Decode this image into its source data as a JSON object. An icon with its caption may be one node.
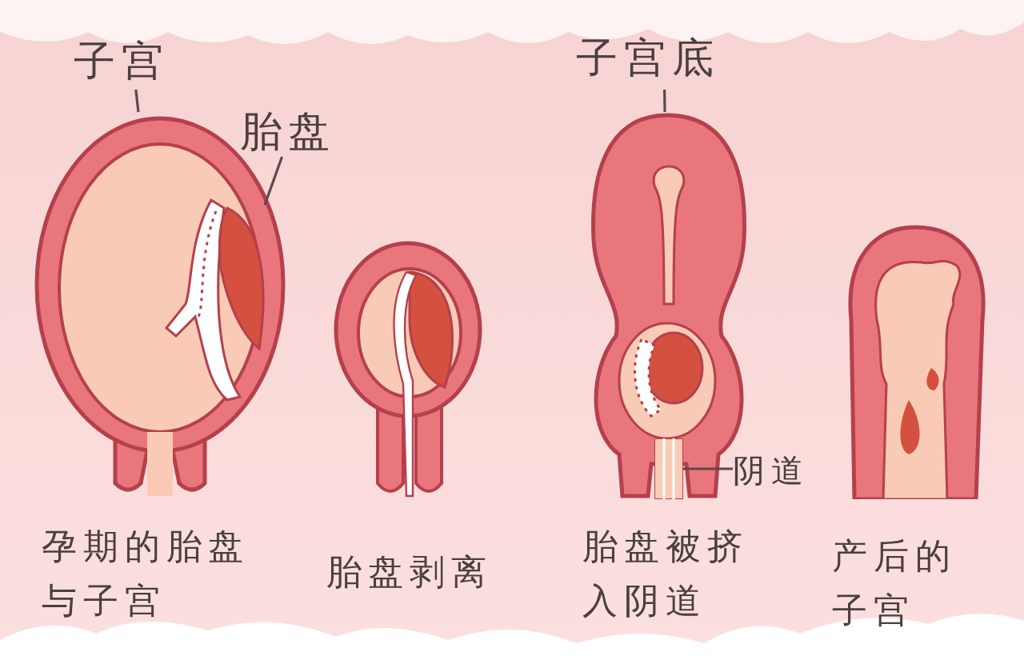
{
  "diagram": {
    "nodes": [
      {
        "text": [
          "子宫"
        ]
      },
      {
        "text": [],
        "shape": "picture",
        "beside": [
          "孕期的胎盘与子宫"
        ]
      },
      {
        "text": [],
        "shape": "picture",
        "in": 1
      },
      {
        "text": [
          "胎盘"
        ]
      },
      {
        "text": [],
        "shape": "picture",
        "beside": [
          "胎盘剥离"
        ]
      },
      {
        "text": [
          "子宫底"
        ]
      },
      {
        "text": [],
        "shape": "picture",
        "beside": [
          "胎盘被挤入阴道"
        ]
      },
      {
        "text": [],
        "shape": "picture",
        "in": 6
      },
      {
        "text": [
          "阴道"
        ]
      },
      {
        "text": [],
        "shape": "picture",
        "beside": [
          "产后的子宫"
        ]
      }
    ],
    "edges": [
      {
        "from": 0,
        "to": 1,
        "arrow": "none"
      },
      {
        "from": 3,
        "to": 2,
        "arrow": "none"
      },
      {
        "from": 5,
        "to": 6,
        "arrow": "none"
      },
      {
        "from": 8,
        "to": 7,
        "arrow": "none"
      }
    ]
  }
}
